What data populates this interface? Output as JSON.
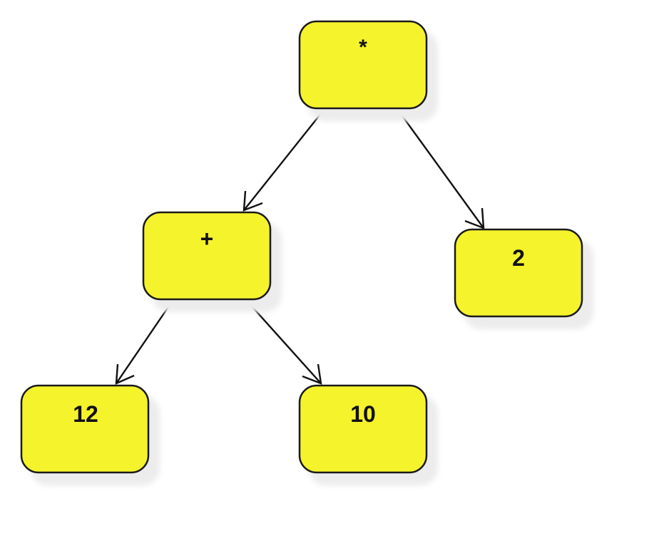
{
  "tree": {
    "nodes": [
      {
        "id": "root",
        "label": "*"
      },
      {
        "id": "plus",
        "label": "+"
      },
      {
        "id": "two",
        "label": "2"
      },
      {
        "id": "twelve",
        "label": "12"
      },
      {
        "id": "ten",
        "label": "10"
      }
    ],
    "edges": [
      {
        "from": "root",
        "to": "plus"
      },
      {
        "from": "root",
        "to": "two"
      },
      {
        "from": "plus",
        "to": "twelve"
      },
      {
        "from": "plus",
        "to": "ten"
      }
    ]
  },
  "colors": {
    "node_fill": "#f5f32c",
    "node_border": "#1a1a1a",
    "shadow": "#ececec",
    "edge": "#111111"
  }
}
